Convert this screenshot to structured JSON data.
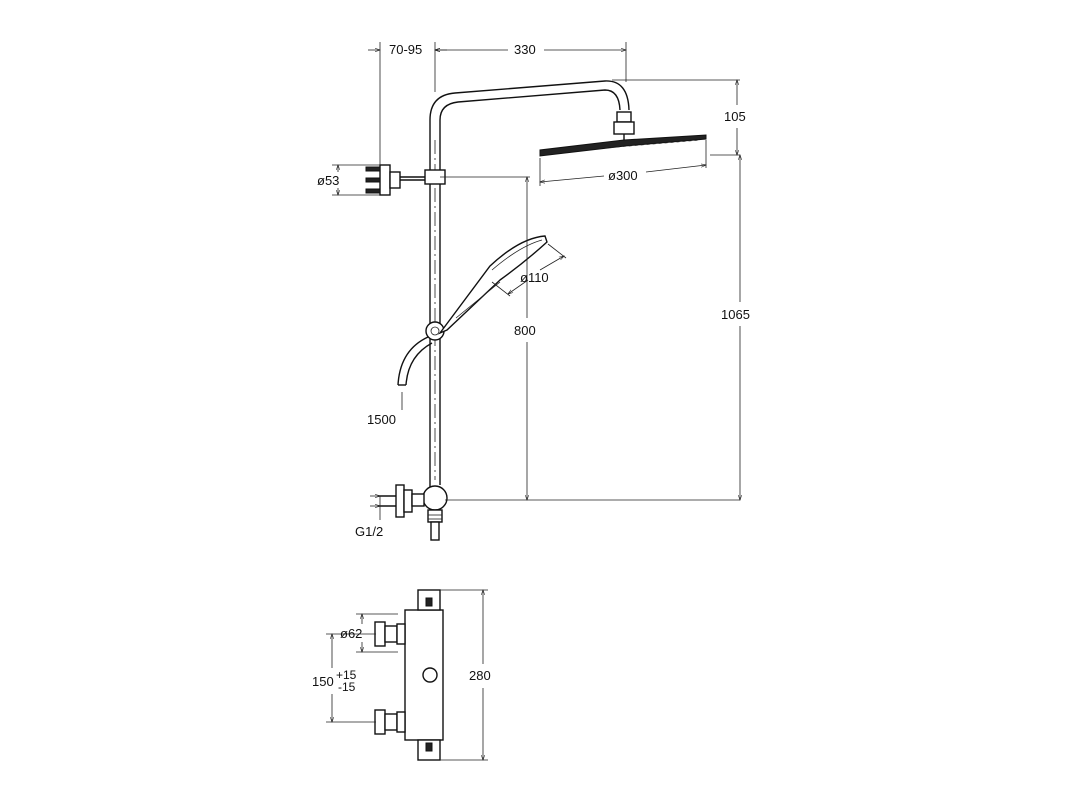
{
  "dimensions": {
    "wall_offset": "70-95",
    "arm_reach": "330",
    "bracket_diameter": "ø53",
    "head_drop": "105",
    "head_diameter": "ø300",
    "hand_shower_diameter": "ø110",
    "slider_height": "800",
    "total_height": "1065",
    "hose_length": "1500",
    "thread": "G1/2",
    "thermostat_diameter": "ø62",
    "centres_nominal": "150",
    "centres_tol_plus": "+15",
    "centres_tol_minus": "-15",
    "thermostat_height": "280"
  }
}
